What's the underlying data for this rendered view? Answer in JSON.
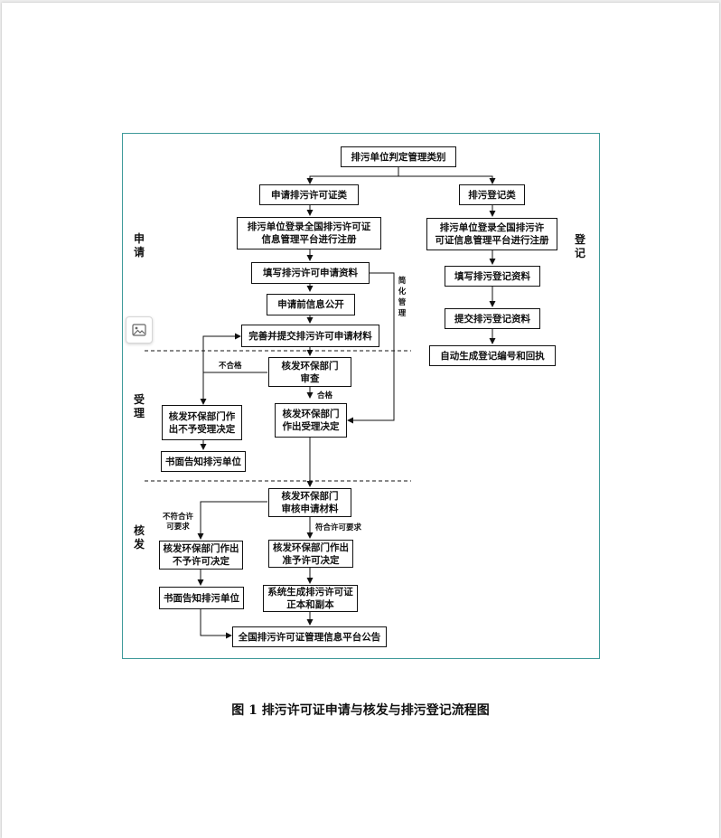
{
  "caption": "图 1  排污许可证申请与核发与排污登记流程图",
  "stages": {
    "apply": "申\n请",
    "accept": "受\n理",
    "issue": "核\n发",
    "register": "登\n记"
  },
  "nodes": {
    "root": "排污单位判定管理类别",
    "permit_type": "申请排污许可证类",
    "reg_type": "排污登记类",
    "permit_register": "排污单位登录全国排污许可证\n信息管理平台进行注册",
    "fill_permit": "填写排污许可申请资料",
    "pre_disclosure": "申请前信息公开",
    "submit_materials": "完善并提交排污许可申请材料",
    "review": "核发环保部门\n审查",
    "reject_accept": "核发环保部门作\n出不予受理决定",
    "notify_1": "书面告知排污单位",
    "accept_decision": "核发环保部门\n作出受理决定",
    "review_materials": "核发环保部门\n审核申请材料",
    "deny_permit": "核发环保部门作出\n不予许可决定",
    "notify_2": "书面告知排污单位",
    "grant_permit": "核发环保部门作出\n准予许可决定",
    "generate_cert": "系统生成排污许可证\n正本和副本",
    "publish": "全国排污许可证管理信息平台公告",
    "reg_register": "排污单位登录全国排污许\n可证信息管理平台进行注册",
    "fill_reg": "填写排污登记资料",
    "submit_reg": "提交排污登记资料",
    "auto_generate": "自动生成登记编号和回执"
  },
  "labels": {
    "simplified": "简\n化\n管\n理",
    "fail": "不合格",
    "pass": "合格",
    "not_compliant": "不符合许\n可要求",
    "compliant": "符合许可要求"
  },
  "icons": {
    "image_icon": "image-icon"
  },
  "colors": {
    "frame": "#3f9a9a",
    "line": "#111111"
  }
}
